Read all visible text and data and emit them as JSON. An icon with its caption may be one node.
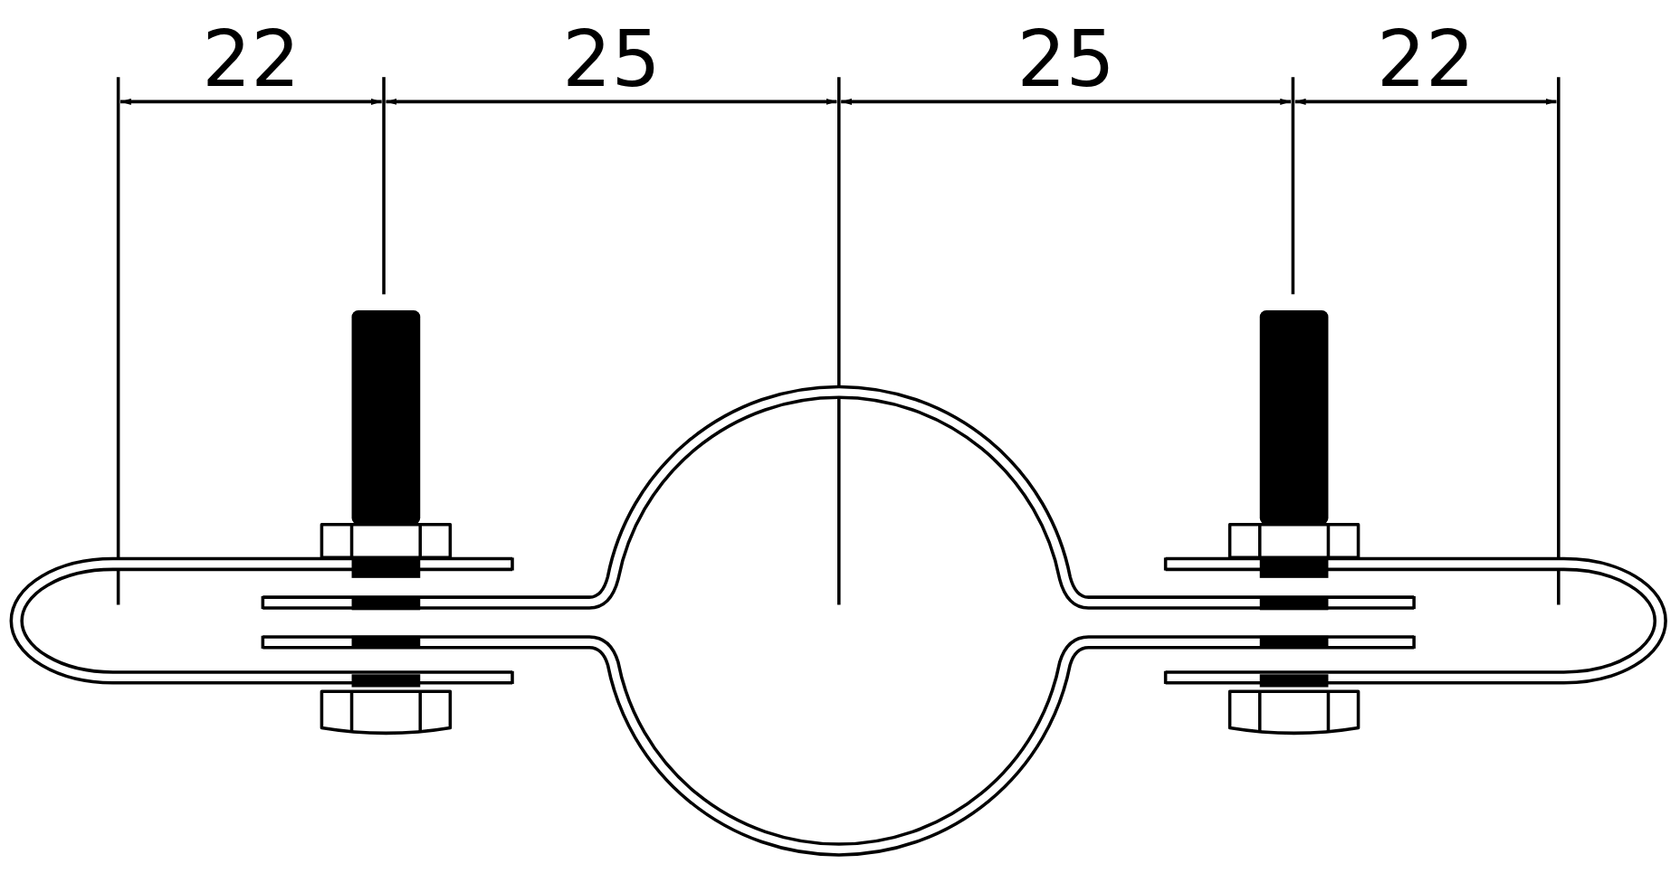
{
  "diagram": {
    "labels": [
      "22",
      "25",
      "25",
      "22"
    ]
  }
}
